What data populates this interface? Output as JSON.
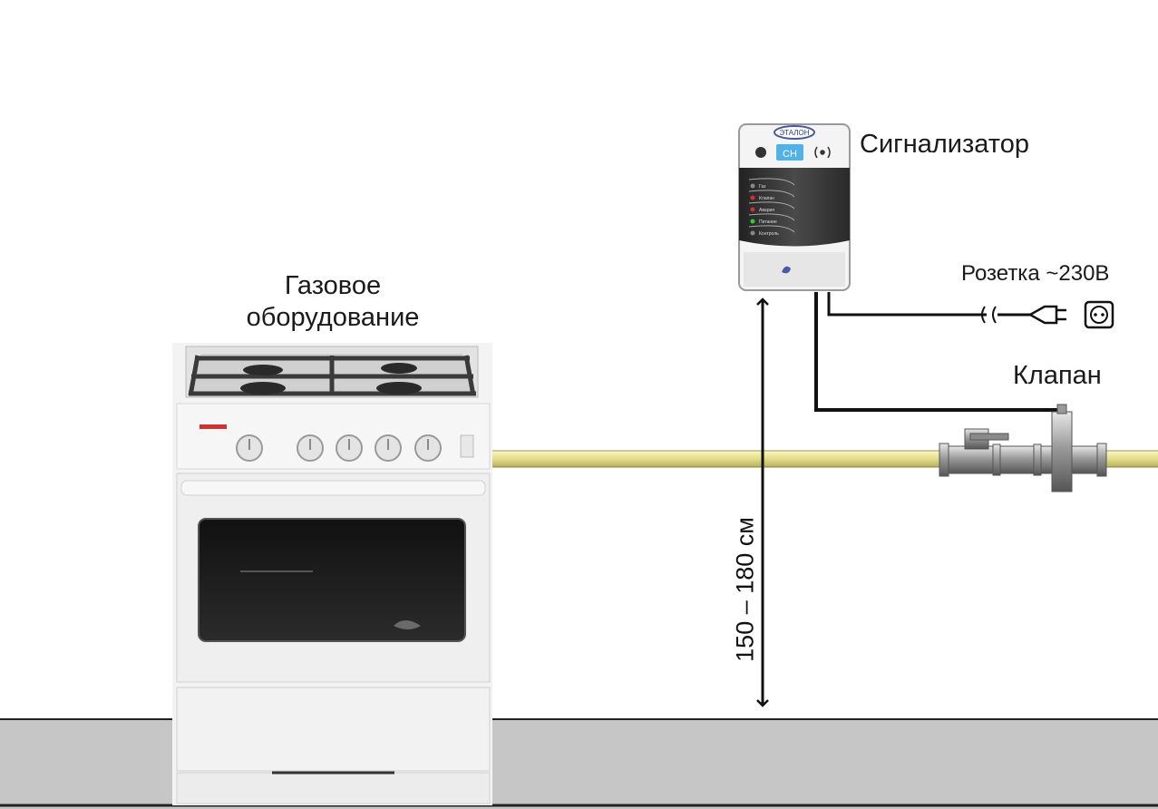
{
  "labels": {
    "stove": [
      "Газовое",
      "оборудование"
    ],
    "alarm": "Сигнализатор",
    "socket": "Розетка ~230В",
    "valve": "Клапан",
    "height": "150 – 180 см"
  },
  "alarm_panel": {
    "logo": "ЭТАЛОН",
    "display": "CH",
    "indicators": [
      "Газ",
      "Клапан",
      "Авария",
      "Питание",
      "Контроль"
    ]
  },
  "colors": {
    "floor": "#c6c6c6",
    "pipe": "#e8e39a",
    "wire": "#111111",
    "stove_body": "#f2f2f2",
    "alarm_dark": "#3a3a3a"
  }
}
